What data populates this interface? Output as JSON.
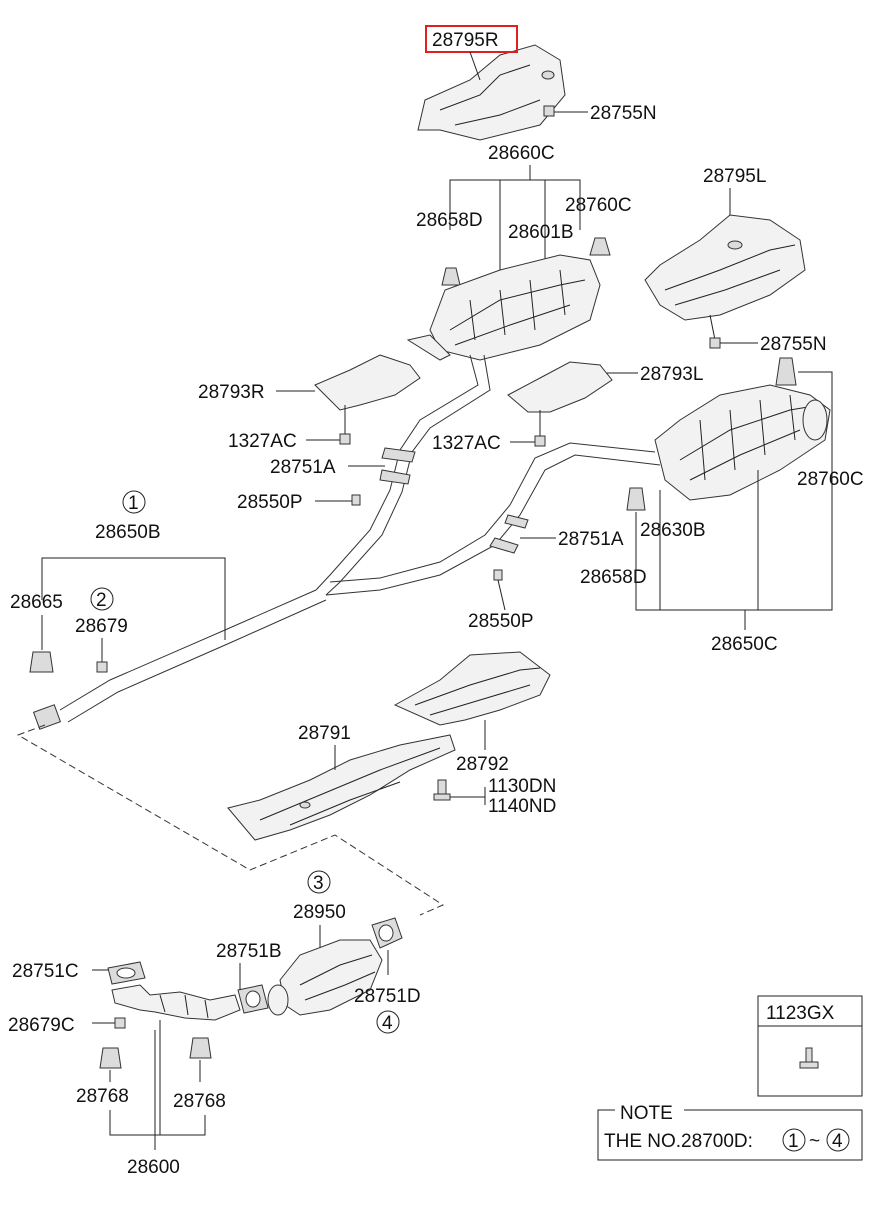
{
  "labels": {
    "l_28795R": "28795R",
    "l_28755N_top": "28755N",
    "l_28660C": "28660C",
    "l_28658D_top": "28658D",
    "l_28601B": "28601B",
    "l_28760C_top": "28760C",
    "l_28795L": "28795L",
    "l_28755N_right": "28755N",
    "l_28793R": "28793R",
    "l_28793L": "28793L",
    "l_1327AC_left": "1327AC",
    "l_1327AC_mid": "1327AC",
    "l_28751A_left": "28751A",
    "l_28550P_left": "28550P",
    "l_28760C_right": "28760C",
    "l_28650B": "28650B",
    "l_28751A_right": "28751A",
    "l_28630B": "28630B",
    "l_28665": "28665",
    "l_28679": "28679",
    "l_28658D_right": "28658D",
    "l_28550P_mid": "28550P",
    "l_28650C": "28650C",
    "l_28791": "28791",
    "l_28792": "28792",
    "l_1130DN": "1130DN",
    "l_1140ND": "1140ND",
    "l_28950": "28950",
    "l_28751B": "28751B",
    "l_28751C": "28751C",
    "l_28751D": "28751D",
    "l_28679C": "28679C",
    "l_28768_left": "28768",
    "l_28768_right": "28768",
    "l_28600": "28600",
    "l_1123GX": "1123GX",
    "note_title": "NOTE",
    "note_text": "THE NO.28700D:",
    "note_tilde": "~"
  },
  "circled": {
    "c1": "1",
    "c2": "2",
    "c3": "3",
    "c4": "4",
    "note_c1": "1",
    "note_c4": "4"
  },
  "colors": {
    "highlight": "#e02020",
    "line": "#222222"
  }
}
